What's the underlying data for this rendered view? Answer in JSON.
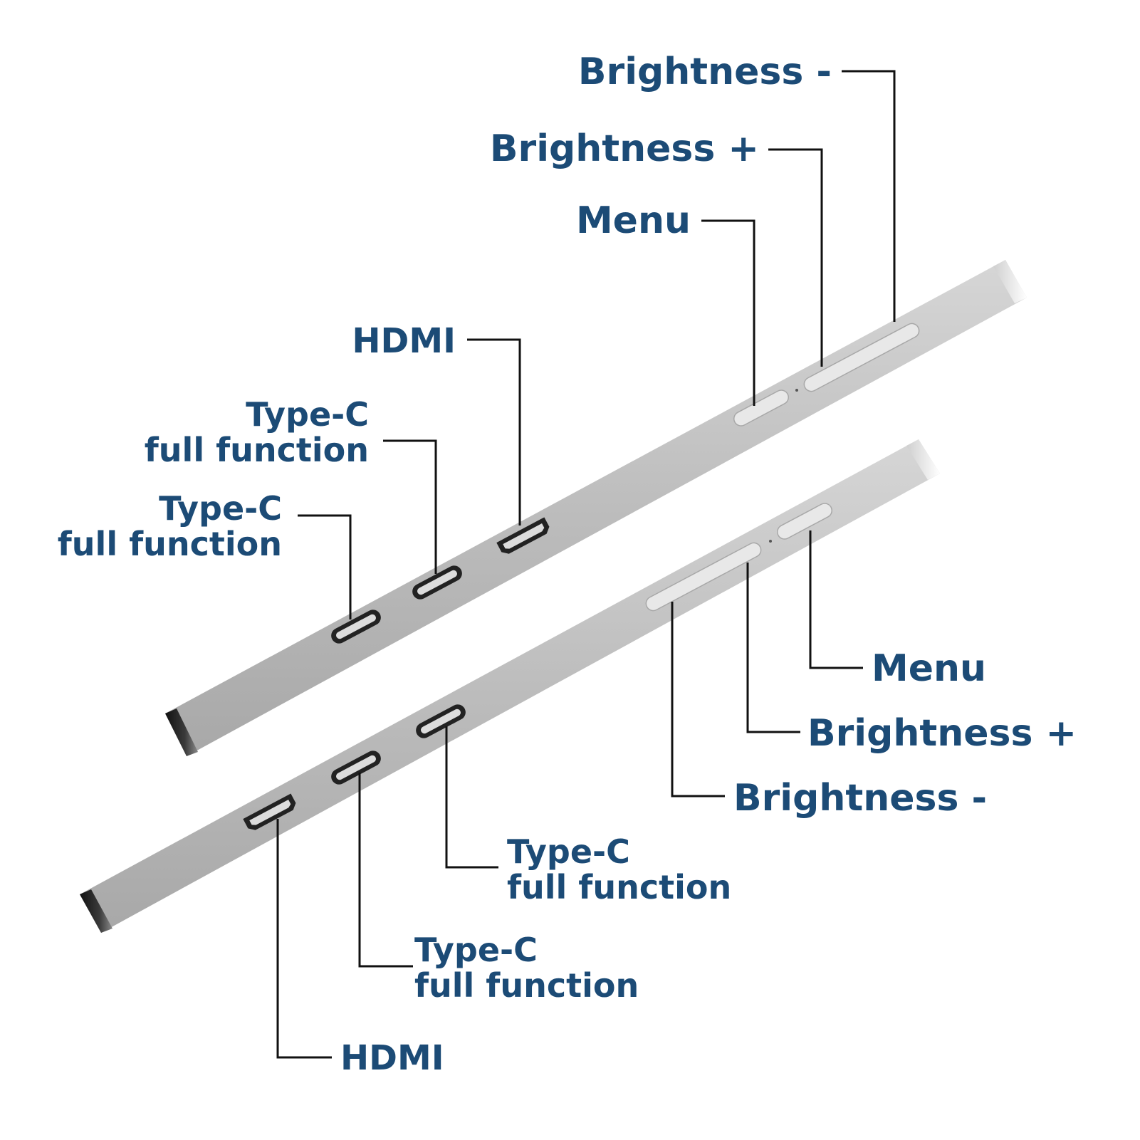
{
  "colors": {
    "label": "#1c4b76",
    "leader": "#111111",
    "housing_light": "#dcdcdc",
    "housing_mid": "#b9b9b9",
    "housing_dark": "#9c9c9c",
    "port_fill": "#2a2a2a",
    "button_fill": "#e6e6e6"
  },
  "top_view": {
    "brightness_minus": "Brightness -",
    "brightness_plus": "Brightness +",
    "menu": "Menu",
    "hdmi": "HDMI",
    "type_c_1": {
      "line1": "Type-C",
      "line2": "full function"
    },
    "type_c_2": {
      "line1": "Type-C",
      "line2": "full function"
    }
  },
  "bottom_view": {
    "menu": "Menu",
    "brightness_plus": "Brightness +",
    "brightness_minus": "Brightness -",
    "type_c_1": {
      "line1": "Type-C",
      "line2": "full function"
    },
    "type_c_2": {
      "line1": "Type-C",
      "line2": "full function"
    },
    "hdmi": "HDMI"
  }
}
